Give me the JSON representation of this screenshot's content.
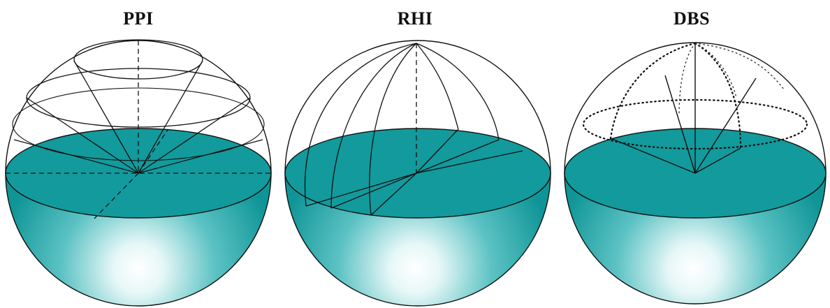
{
  "panels": [
    {
      "title": "PPI"
    },
    {
      "title": "RHI"
    },
    {
      "title": "DBS"
    }
  ],
  "colors": {
    "disk": "#129a9c",
    "bowl_dark": "#0f9597",
    "bowl_light": "#ffffff",
    "line": "#111111"
  }
}
